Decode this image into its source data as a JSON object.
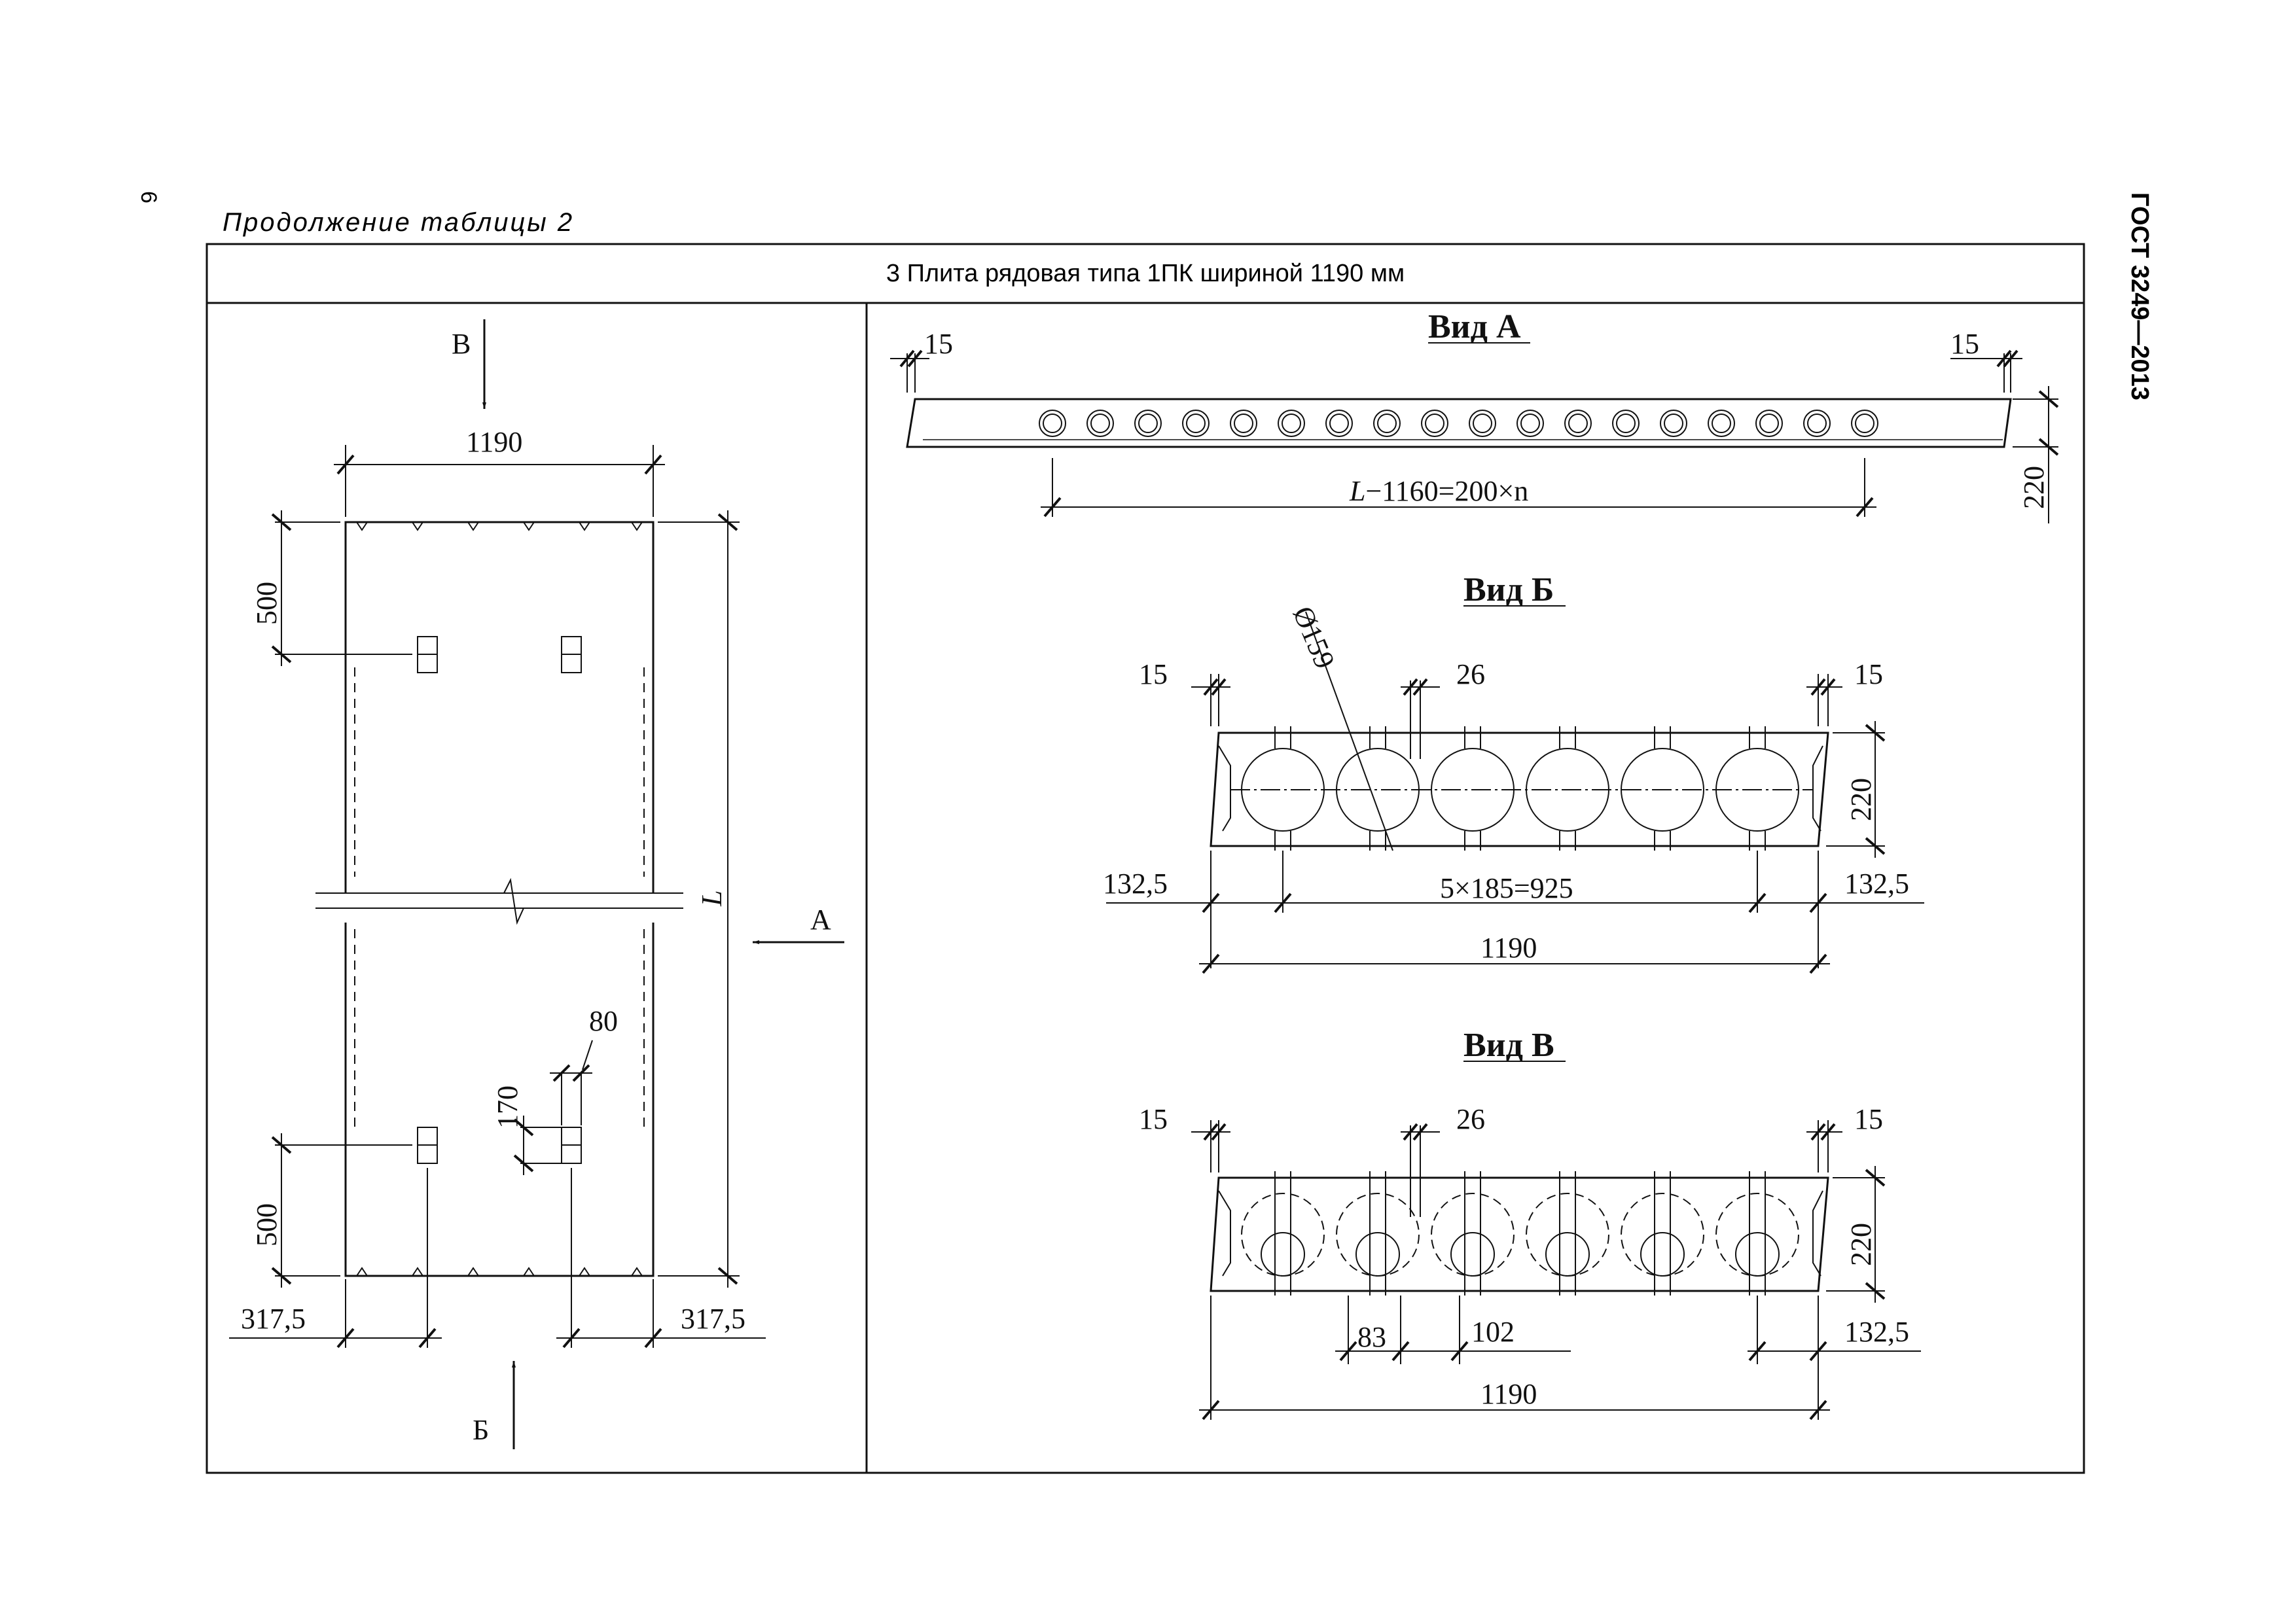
{
  "page_number": "6",
  "gost": "ГОСТ 3249—2013",
  "subtitle": "Продолжение таблицы 2",
  "table_title": "3 Плита рядовая типа 1ПК шириной 1190 мм",
  "plan": {
    "arrow_b": "В",
    "arrow_bb": "Б",
    "arrow_a": "А",
    "width_label": "1190",
    "length_label": "L",
    "dim_500_top": "500",
    "dim_500_bottom": "500",
    "dim_80": "80",
    "dim_170": "170",
    "dim_317_left": "317,5",
    "dim_317_right": "317,5"
  },
  "view_a": {
    "title": "Вид А",
    "dim_15_left": "15",
    "dim_15_right": "15",
    "dim_220": "220",
    "dim_L_prefix": "L",
    "dim_L_rest": "−1160=200×n"
  },
  "view_b": {
    "title": "Вид Б",
    "dim_diameter": "Ø159",
    "dim_15_left": "15",
    "dim_15_right": "15",
    "dim_26": "26",
    "dim_220": "220",
    "dim_132_left": "132,5",
    "dim_132_right": "132,5",
    "dim_spacing": "5×185=925",
    "dim_1190": "1190"
  },
  "view_v": {
    "title": "Вид В",
    "dim_15_left": "15",
    "dim_15_right": "15",
    "dim_26": "26",
    "dim_220": "220",
    "dim_83": "83",
    "dim_102": "102",
    "dim_132_right": "132,5",
    "dim_1190": "1190"
  }
}
